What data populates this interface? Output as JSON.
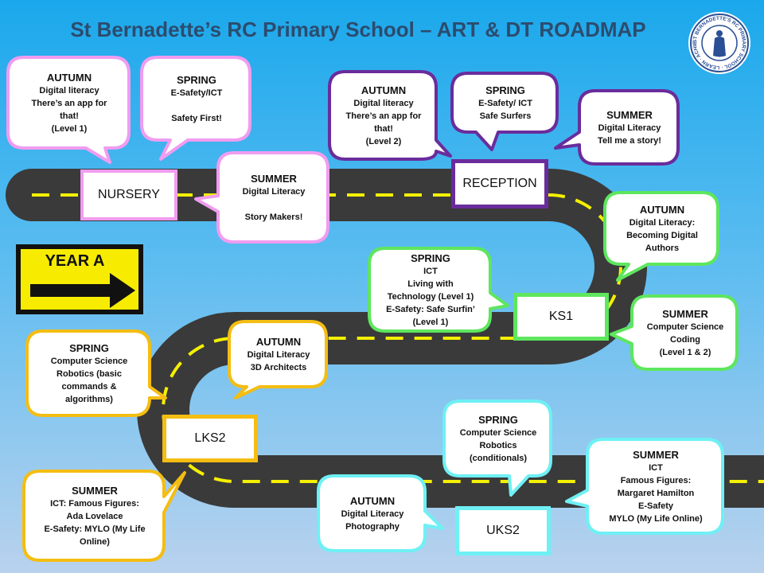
{
  "title": "St Bernadette’s RC Primary School – ART & DT ROADMAP",
  "sign": {
    "text": "YEAR A"
  },
  "logo": {
    "text": "ST BERNADETTE'S RC PRIMARY SCHOOL · LEARN · ACHIEVE · LOVE"
  },
  "stages": {
    "nursery": "NURSERY",
    "reception": "RECEPTION",
    "ks1": "KS1",
    "lks2": "LKS2",
    "uks2": "UKS2"
  },
  "colors": {
    "nursery": "#f09cf0",
    "reception": "#6a2c9c",
    "ks1": "#5ee65e",
    "lks2": "#f4bd12",
    "uks2": "#6ef0f4",
    "road": "#3a3a3a",
    "dash": "#f4f000"
  },
  "bubbles": [
    {
      "id": "nursery-autumn",
      "lines": [
        "AUTUMN",
        "Digital literacy",
        "There’s an app for",
        "that!",
        "(Level 1)"
      ]
    },
    {
      "id": "nursery-spring",
      "lines": [
        "SPRING",
        "E-Safety/ICT",
        "",
        "Safety First!"
      ]
    },
    {
      "id": "nursery-summer",
      "lines": [
        "SUMMER",
        "Digital Literacy",
        "",
        "Story Makers!"
      ]
    },
    {
      "id": "reception-autumn",
      "lines": [
        "AUTUMN",
        "Digital literacy",
        "There’s an app for",
        "that!",
        "(Level 2)"
      ]
    },
    {
      "id": "reception-spring",
      "lines": [
        "SPRING",
        "E-Safety/ ICT",
        "Safe Surfers"
      ]
    },
    {
      "id": "reception-summer",
      "lines": [
        "SUMMER",
        "Digital Literacy",
        "Tell me a story!"
      ]
    },
    {
      "id": "ks1-autumn",
      "lines": [
        "AUTUMN",
        "Digital Literacy:",
        "Becoming Digital",
        "Authors"
      ]
    },
    {
      "id": "ks1-spring",
      "lines": [
        "SPRING",
        "ICT",
        "Living with",
        "Technology  (Level 1)",
        "E-Safety: Safe Surfin’",
        "(Level 1)"
      ]
    },
    {
      "id": "ks1-summer",
      "lines": [
        "SUMMER",
        "Computer Science",
        "Coding",
        "(Level 1 & 2)"
      ]
    },
    {
      "id": "lks2-autumn",
      "lines": [
        "AUTUMN",
        "Digital Literacy",
        "3D Architects"
      ]
    },
    {
      "id": "lks2-spring",
      "lines": [
        "SPRING",
        "Computer Science",
        "Robotics (basic",
        "commands &",
        "algorithms)"
      ]
    },
    {
      "id": "lks2-summer",
      "lines": [
        "SUMMER",
        "ICT: Famous Figures:",
        "Ada Lovelace",
        "E-Safety: MYLO (My Life",
        "Online)"
      ]
    },
    {
      "id": "uks2-autumn",
      "lines": [
        "AUTUMN",
        "Digital Literacy",
        "Photography"
      ]
    },
    {
      "id": "uks2-spring",
      "lines": [
        "SPRING",
        "Computer Science",
        "Robotics",
        "(conditionals)"
      ]
    },
    {
      "id": "uks2-summer",
      "lines": [
        "SUMMER",
        "ICT",
        "Famous Figures:",
        "Margaret Hamilton",
        "E-Safety",
        "MYLO (My Life Online)"
      ]
    }
  ]
}
